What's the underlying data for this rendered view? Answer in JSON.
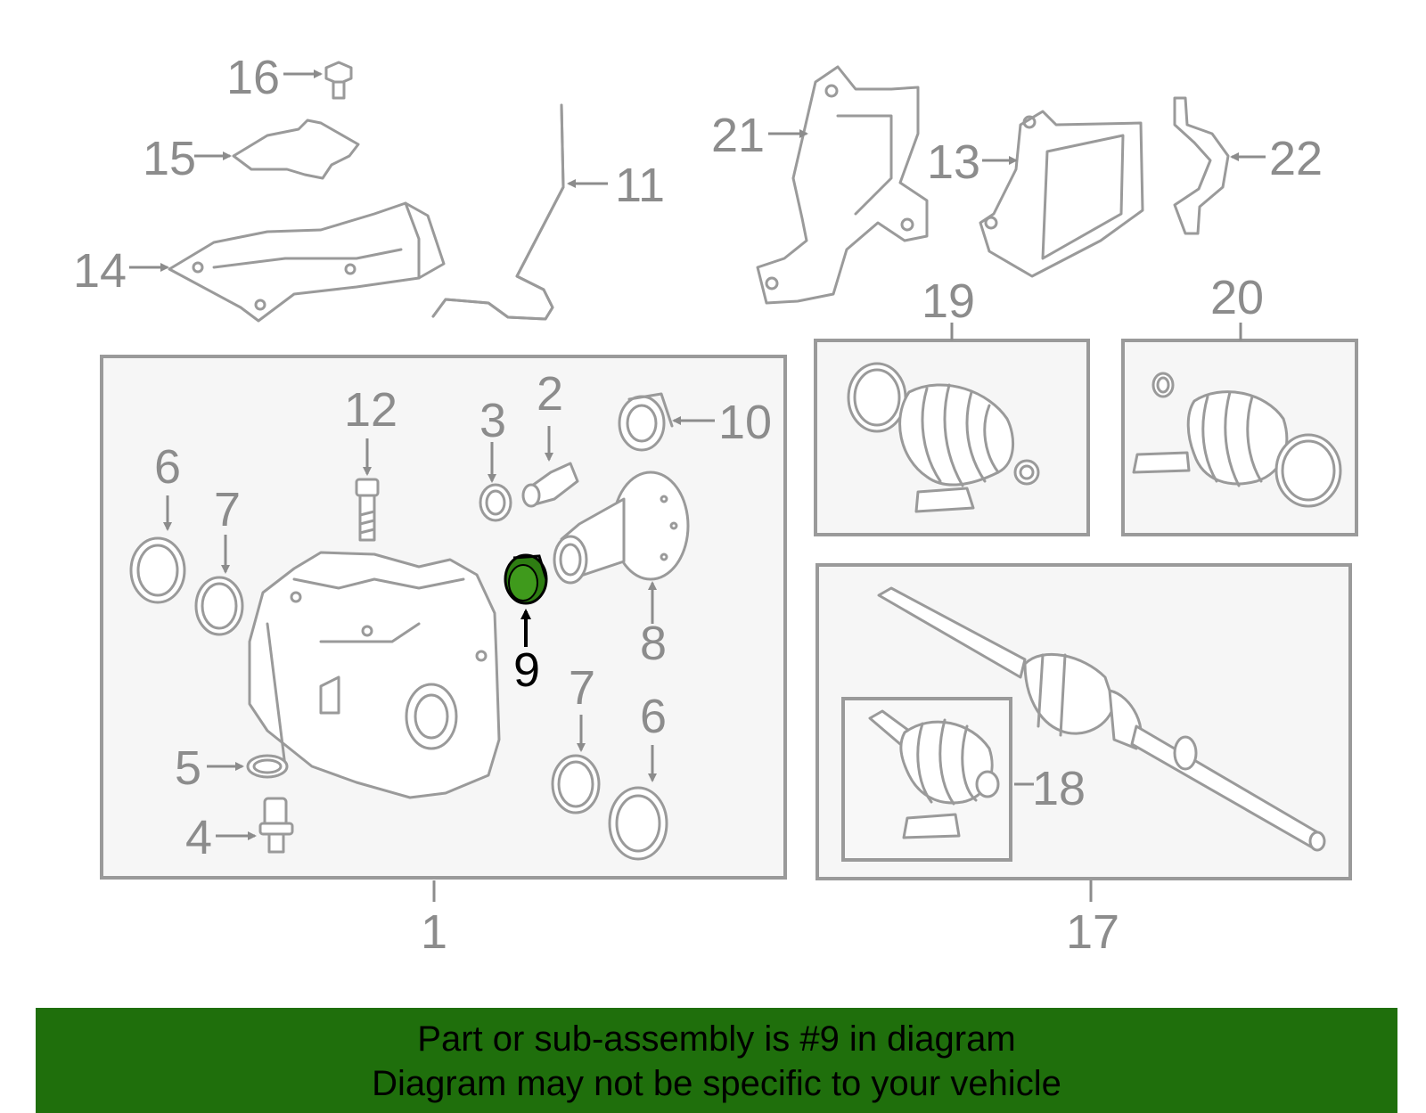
{
  "colors": {
    "highlight_part": "#2e7d12",
    "banner": "#1f6f0c",
    "line_art": "#9a9a9a",
    "label": "#8c8c8c",
    "highlight_label": "#000000"
  },
  "labels": {
    "p1": "1",
    "p2": "2",
    "p3": "3",
    "p4": "4",
    "p5": "5",
    "p6a": "6",
    "p6b": "6",
    "p7a": "7",
    "p7b": "7",
    "p8": "8",
    "p9": "9",
    "p10": "10",
    "p11": "11",
    "p12": "12",
    "p13": "13",
    "p14": "14",
    "p15": "15",
    "p16": "16",
    "p17": "17",
    "p18": "18",
    "p19": "19",
    "p20": "20",
    "p21": "21",
    "p22": "22"
  },
  "highlighted_part": "9",
  "banner": {
    "line1": "Part or sub-assembly is #9 in diagram",
    "line2": "Diagram may not be specific to your vehicle"
  }
}
